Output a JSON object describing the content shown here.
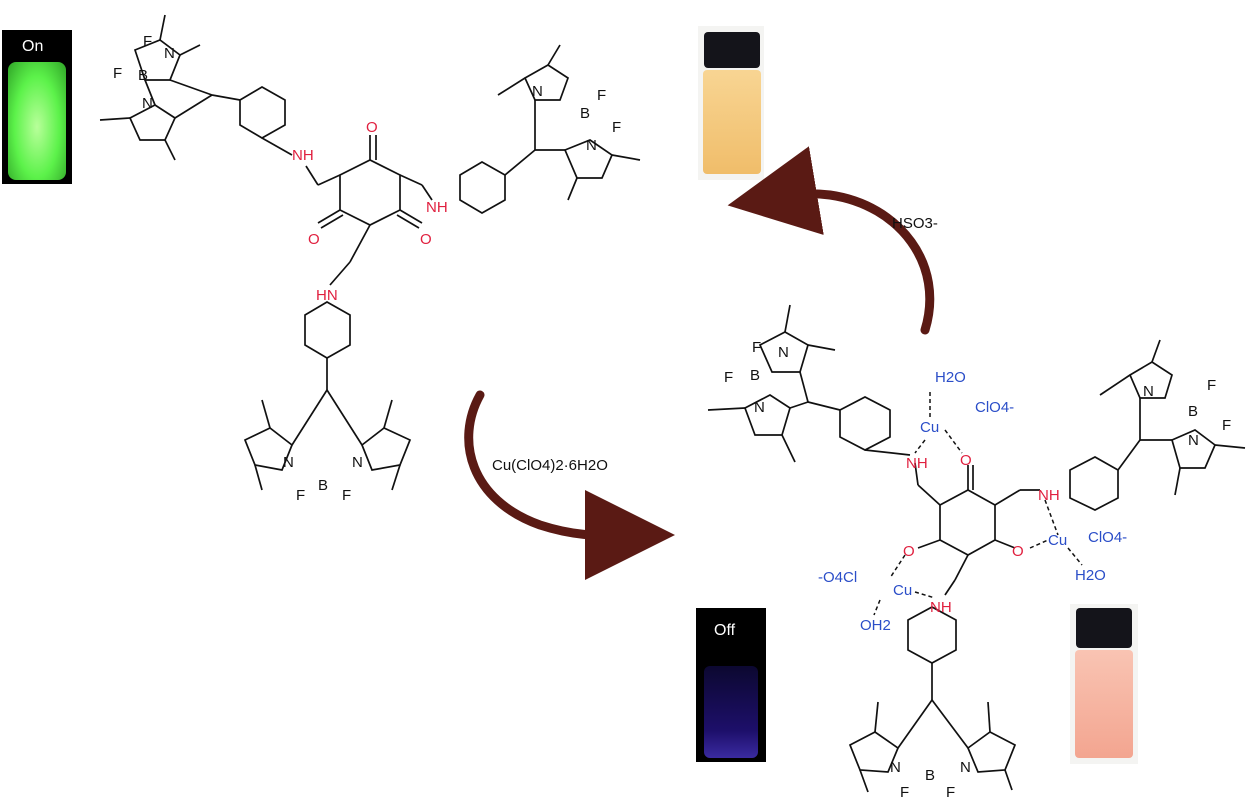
{
  "photos": {
    "on_label": "On",
    "off_label": "Off"
  },
  "reagents": {
    "copper": "Cu(ClO4)2·6H2O",
    "bisulfite": "HSO3-"
  },
  "atoms": {
    "nitrogen": "N",
    "boron": "B",
    "fluorine": "F",
    "oxygen": "O",
    "amine": "NH",
    "amine_rev": "HN",
    "copper": "Cu",
    "water": "H2O",
    "water_rev": "OH2",
    "perchlorate": "ClO4-",
    "perchlorate_left": "-O4Cl"
  },
  "colors": {
    "heteroatom": "#e0203f",
    "copper_complex": "#2b4ec8",
    "arrow": "#5a1a14",
    "vial_on": "#7dfa5a",
    "vial_off": "#1a1060",
    "vial_yellow": "#f3c77a",
    "vial_pink": "#f7b6a6"
  }
}
